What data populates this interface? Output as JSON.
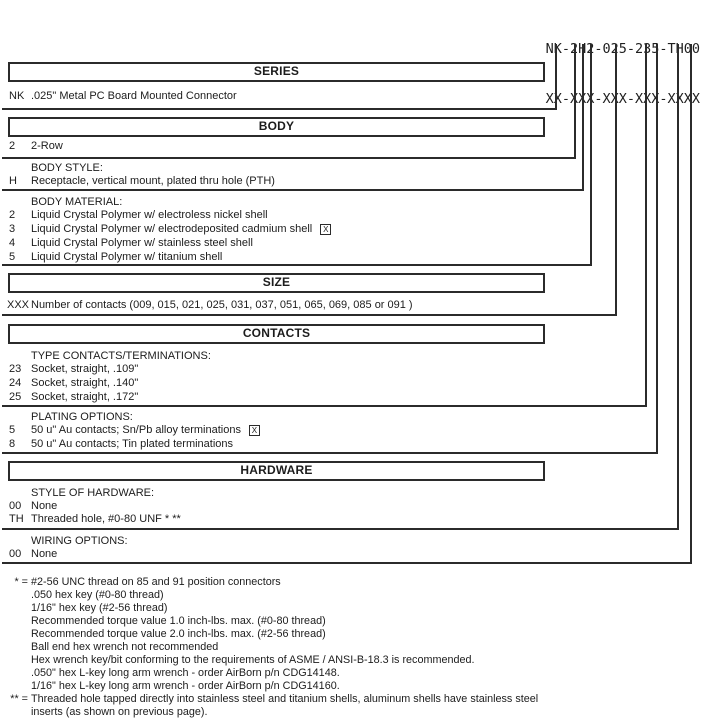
{
  "part_number": {
    "example": "NK-2H2-025-235-TH00",
    "pattern": "XX-XXX-XXX-XXX-XXXX"
  },
  "icons": {
    "boxed_x": "X"
  },
  "colors": {
    "ink": "#1c1c1c",
    "line": "#2b2b2b",
    "background": "#ffffff"
  },
  "sections": {
    "series": {
      "title": "SERIES",
      "rows": [
        {
          "code": "NK",
          "desc": ".025\" Metal PC Board Mounted Connector"
        }
      ]
    },
    "body": {
      "title": "BODY",
      "rows": [
        {
          "code": "2",
          "desc": "2-Row"
        }
      ],
      "style": {
        "label": "BODY STYLE:",
        "rows": [
          {
            "code": "H",
            "desc": "Receptacle, vertical mount, plated thru hole (PTH)"
          }
        ]
      },
      "material": {
        "label": "BODY MATERIAL:",
        "rows": [
          {
            "code": "2",
            "desc": "Liquid Crystal Polymer w/ electroless nickel shell"
          },
          {
            "code": "3",
            "desc": "Liquid Crystal Polymer w/ electrodeposited cadmium shell",
            "flag": "boxed-x"
          },
          {
            "code": "4",
            "desc": "Liquid Crystal Polymer w/ stainless steel shell"
          },
          {
            "code": "5",
            "desc": "Liquid Crystal Polymer w/ titanium shell"
          }
        ]
      }
    },
    "size": {
      "title": "SIZE",
      "rows": [
        {
          "code": "XXX",
          "desc": "Number of contacts (009, 015, 021, 025, 031, 037, 051, 065, 069, 085 or 091 )"
        }
      ]
    },
    "contacts": {
      "title": "CONTACTS",
      "type_terminations": {
        "label": "TYPE CONTACTS/TERMINATIONS:",
        "rows": [
          {
            "code": "23",
            "desc": "Socket, straight, .109\""
          },
          {
            "code": "24",
            "desc": "Socket, straight, .140\""
          },
          {
            "code": "25",
            "desc": "Socket, straight, .172\""
          }
        ]
      },
      "plating": {
        "label": "PLATING OPTIONS:",
        "rows": [
          {
            "code": "5",
            "desc": "50 u\" Au contacts; Sn/Pb alloy terminations",
            "flag": "boxed-x"
          },
          {
            "code": "8",
            "desc": "50 u\" Au contacts; Tin plated terminations"
          }
        ]
      }
    },
    "hardware": {
      "title": "HARDWARE",
      "style": {
        "label": "STYLE OF HARDWARE:",
        "rows": [
          {
            "code": "00",
            "desc": "None"
          },
          {
            "code": "TH",
            "desc": "Threaded hole, #0-80 UNF * **"
          }
        ]
      },
      "wiring": {
        "label": "WIRING OPTIONS:",
        "rows": [
          {
            "code": "00",
            "desc": "None"
          }
        ]
      }
    }
  },
  "footnotes": [
    {
      "marker": "* =",
      "text": "#2-56 UNC thread on 85 and 91 position connectors"
    },
    {
      "marker": "",
      "text": ".050 hex key (#0-80 thread)"
    },
    {
      "marker": "",
      "text": "1/16\" hex key (#2-56 thread)"
    },
    {
      "marker": "",
      "text": "Recommended torque value 1.0 inch-lbs. max. (#0-80 thread)"
    },
    {
      "marker": "",
      "text": "Recommended torque value 2.0 inch-lbs. max. (#2-56 thread)"
    },
    {
      "marker": "",
      "text": "Ball end hex wrench not recommended"
    },
    {
      "marker": "",
      "text": "Hex wrench key/bit conforming to the requirements of ASME / ANSI-B-18.3 is recommended."
    },
    {
      "marker": "",
      "text": ".050\" hex L-key long arm wrench - order AirBorn p/n CDG14148."
    },
    {
      "marker": "",
      "text": "1/16\" hex L-key long arm wrench - order AirBorn p/n CDG14160."
    },
    {
      "marker": "** =",
      "text": "Threaded hole tapped directly into stainless steel and titanium shells, aluminum shells have stainless steel"
    },
    {
      "marker": "",
      "text": "inserts (as shown on previous page)."
    }
  ]
}
